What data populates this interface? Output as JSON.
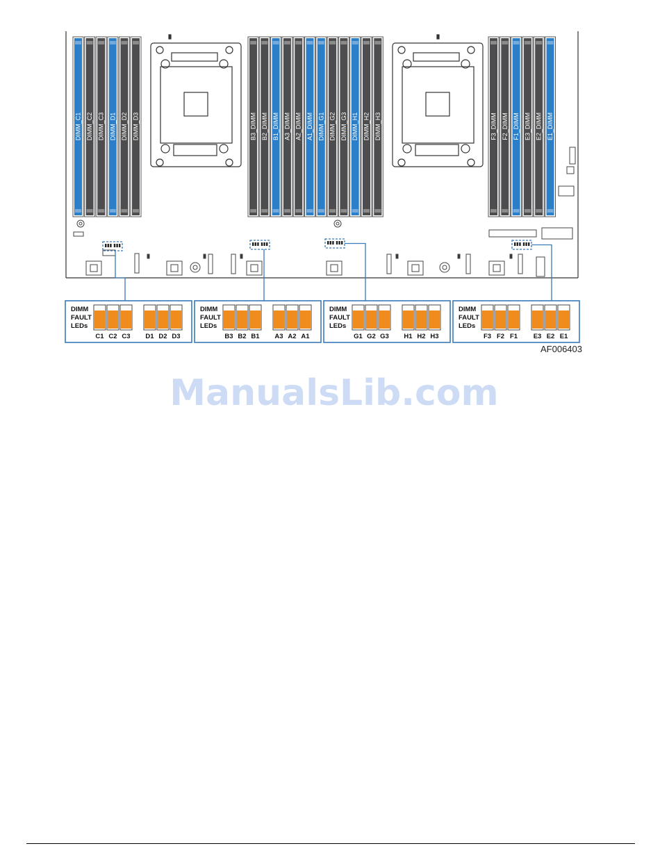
{
  "board": {
    "cpu_sockets": 2,
    "dimm_slots_left": [
      {
        "label": "DIMM_C1",
        "color": "#2b7fc9"
      },
      {
        "label": "DIMM_C2",
        "color": "#4d4d4f"
      },
      {
        "label": "DIMM_C3",
        "color": "#4d4d4f"
      },
      {
        "label": "DIMM_D1",
        "color": "#2b7fc9"
      },
      {
        "label": "DIMM_D2",
        "color": "#4d4d4f"
      },
      {
        "label": "DIMM_D3",
        "color": "#4d4d4f"
      }
    ],
    "dimm_slots_center": [
      {
        "label": "B3_DIMM",
        "color": "#4d4d4f"
      },
      {
        "label": "B2_DIMM",
        "color": "#4d4d4f"
      },
      {
        "label": "B1_DIMM",
        "color": "#2b7fc9"
      },
      {
        "label": "A3_DIMM",
        "color": "#4d4d4f"
      },
      {
        "label": "A2_DIMM",
        "color": "#4d4d4f"
      },
      {
        "label": "A1_DIMM",
        "color": "#2b7fc9"
      },
      {
        "label": "DIMM_G1",
        "color": "#2b7fc9"
      },
      {
        "label": "DIMM_G2",
        "color": "#4d4d4f"
      },
      {
        "label": "DIMM_G3",
        "color": "#4d4d4f"
      },
      {
        "label": "DIMM_H1",
        "color": "#2b7fc9"
      },
      {
        "label": "DIMM_H2",
        "color": "#4d4d4f"
      },
      {
        "label": "DIMM_H3",
        "color": "#4d4d4f"
      }
    ],
    "dimm_slots_right": [
      {
        "label": "F3_DIMM",
        "color": "#4d4d4f"
      },
      {
        "label": "F2_DIMM",
        "color": "#4d4d4f"
      },
      {
        "label": "F1_DIMM",
        "color": "#2b7fc9"
      },
      {
        "label": "E3_DIMM",
        "color": "#4d4d4f"
      },
      {
        "label": "E2_DIMM",
        "color": "#4d4d4f"
      },
      {
        "label": "E1_DIMM",
        "color": "#2b7fc9"
      }
    ]
  },
  "led_panels": [
    {
      "title_lines": [
        "DIMM",
        "FAULT",
        "LEDs"
      ],
      "group1": [
        "C1",
        "C2",
        "C3"
      ],
      "group2": [
        "D1",
        "D2",
        "D3"
      ]
    },
    {
      "title_lines": [
        "DIMM",
        "FAULT",
        "LEDs"
      ],
      "group1": [
        "B3",
        "B2",
        "B1"
      ],
      "group2": [
        "A3",
        "A2",
        "A1"
      ]
    },
    {
      "title_lines": [
        "DIMM",
        "FAULT",
        "LEDs"
      ],
      "group1": [
        "G1",
        "G2",
        "G3"
      ],
      "group2": [
        "H1",
        "H2",
        "H3"
      ]
    },
    {
      "title_lines": [
        "DIMM",
        "FAULT",
        "LEDs"
      ],
      "group1": [
        "F3",
        "F2",
        "F1"
      ],
      "group2": [
        "E3",
        "E2",
        "E1"
      ]
    }
  ],
  "colors": {
    "dimm_blue": "#2b7fc9",
    "dimm_gray": "#4d4d4f",
    "callout_blue": "#3a7ab8",
    "led_orange": "#f08c1e"
  },
  "figure_id": "AF006403",
  "watermark": "ManualsLib.com"
}
